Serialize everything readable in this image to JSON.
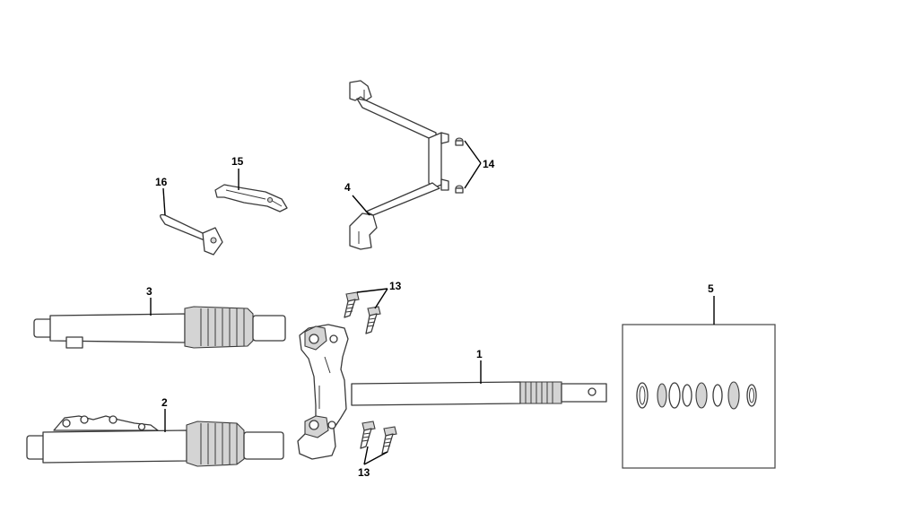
{
  "diagram": {
    "callouts": {
      "c1": "1",
      "c2": "2",
      "c3": "3",
      "c4": "4",
      "c5": "5",
      "c13_top": "13",
      "c13_bottom": "13",
      "c14": "14",
      "c15": "15",
      "c16": "16"
    }
  }
}
